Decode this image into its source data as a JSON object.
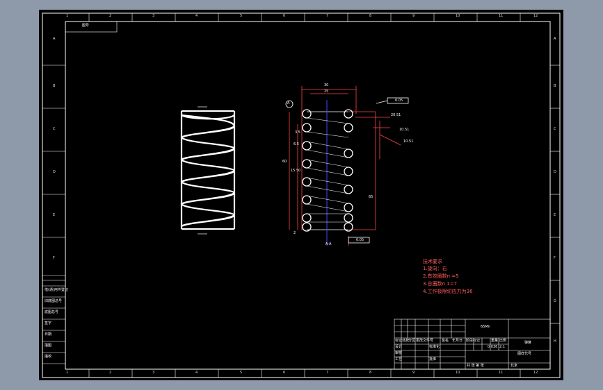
{
  "drawing": {
    "tech_requirements": {
      "title": "技术要求",
      "items": [
        "1.旋向：右",
        "2.有效圈数n =5",
        "3.总圈数n 1=7",
        "4.工作极限切应力为36"
      ]
    },
    "dimensions": {
      "outer_width": "30",
      "inner_width": "25",
      "tol_top": "0.05",
      "tol_bottom": "0.05",
      "d1": "20.51",
      "d2": "10.51",
      "d3": "10.51",
      "h1": "60",
      "h2": "15.50",
      "h3": "65",
      "wire": "3.5",
      "pitch": "6.5",
      "datum": "A",
      "angle": "2",
      "center_label": "A-A"
    },
    "corner_label": "图号",
    "title_block": {
      "part_name": "弹簧",
      "drawing_no": "图样代号",
      "material": "65Mn",
      "scale": "2:1",
      "weight": "0.036",
      "company": "北京",
      "sheet": "共 张 第 张",
      "labels": [
        "标记",
        "处数",
        "分区",
        "更改文件号",
        "签名",
        "年月日",
        "设计",
        "标准化",
        "审核",
        "工艺",
        "批准",
        "阶段标记",
        "重量",
        "比例"
      ]
    },
    "side_labels": [
      "借(通)用件登记",
      "旧底图总号",
      "底图总号",
      "签字",
      "日期",
      "描图",
      "描校"
    ],
    "columns": [
      "1",
      "2",
      "3",
      "4",
      "5",
      "6",
      "7",
      "8",
      "9",
      "10",
      "11",
      "12"
    ],
    "rows": [
      "A",
      "B",
      "C",
      "D",
      "E",
      "F",
      "G",
      "H"
    ]
  }
}
